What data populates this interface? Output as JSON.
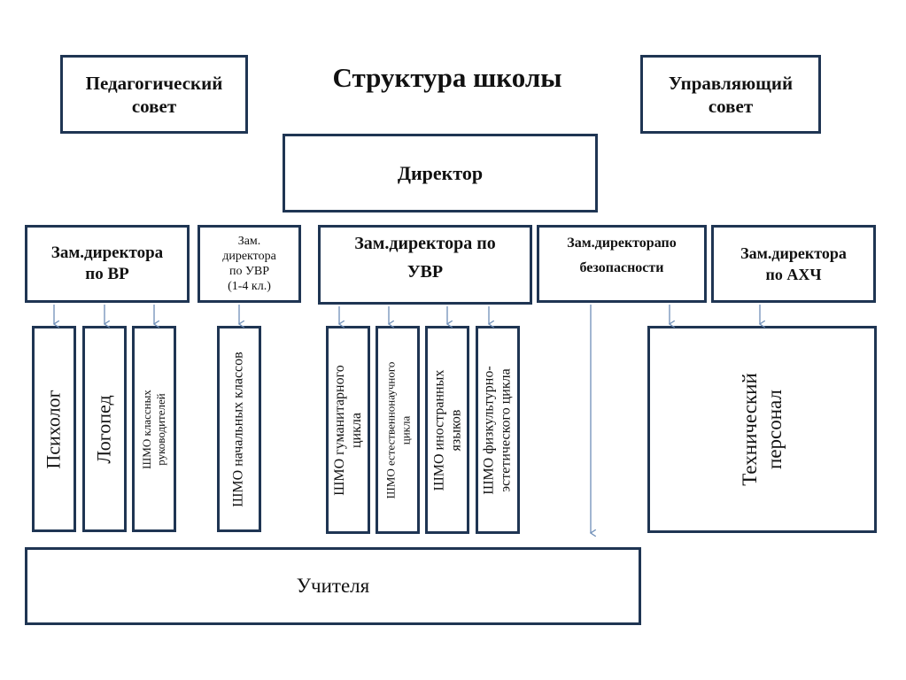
{
  "title": "Структура школы",
  "top_left": [
    "Педагогический",
    "совет"
  ],
  "top_right": [
    "Управляющий",
    "совет"
  ],
  "director": "Директор",
  "deputies": {
    "vr": [
      "Зам.директора",
      "по ВР"
    ],
    "uvr_primary": [
      "Зам.",
      "директора",
      "по УВР",
      "(1-4 кл.)"
    ],
    "uvr": [
      "Зам.директора по",
      "УВР"
    ],
    "safety": [
      "Зам.директорапо",
      "безопасности"
    ],
    "ahch": [
      "Зам.директора",
      "по АХЧ"
    ]
  },
  "subunits": {
    "psychologist": "Психолог",
    "speech_therapist": "Логопед",
    "shmo_class_teachers": [
      "ШМО классных",
      "руководителей"
    ],
    "shmo_primary": "ШМО начальных классов",
    "shmo_humanities": [
      "ШМО гуманитарного",
      "цикла"
    ],
    "shmo_science": [
      "ШМО естественнонаучного",
      "цикла"
    ],
    "shmo_languages": [
      "ШМО иностранных",
      "языков"
    ],
    "shmo_pe": [
      "ШМО физкультурно-",
      "эстетического цикла"
    ],
    "technical_staff": [
      "Технический",
      "персонал"
    ]
  },
  "teachers": "Учителя",
  "colors": {
    "border": "#1f3553",
    "arrow": "#6f8fb8"
  }
}
